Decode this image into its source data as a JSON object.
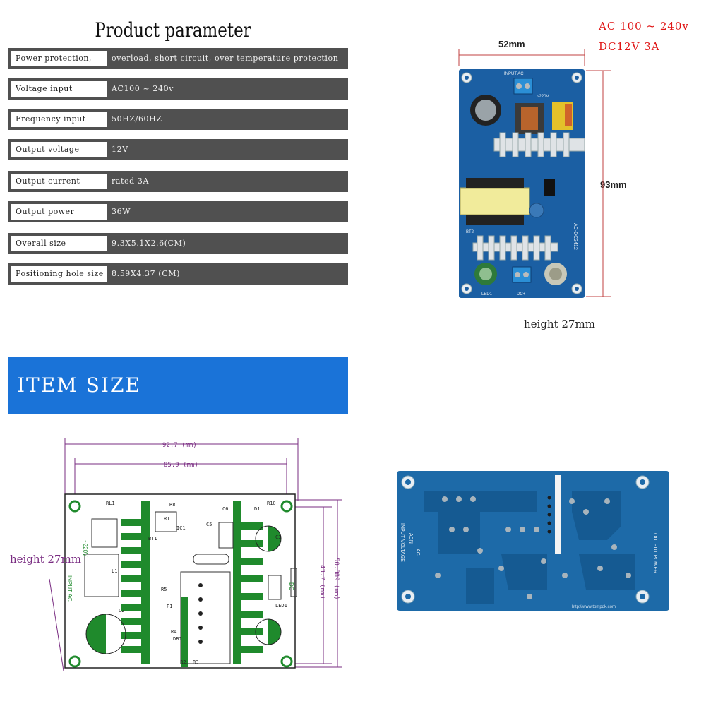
{
  "params": {
    "title": "Product parameter",
    "rows": [
      {
        "label": "Power protection,",
        "value": "overload, short circuit, over temperature protection"
      },
      {
        "label": "Voltage input",
        "value": "AC100 ~ 240v"
      },
      {
        "label": "Frequency input",
        "value": "50HZ/60HZ"
      },
      {
        "label": "Output voltage",
        "value": "12V"
      },
      {
        "label": "Output current",
        "value": "rated 3A"
      },
      {
        "label": "Output power",
        "value": "36W"
      },
      {
        "label": "Overall size",
        "value": "9.3X5.1X2.6(CM)"
      },
      {
        "label": "Positioning hole size",
        "value": "8.59X4.37 (CM)"
      }
    ]
  },
  "photo_top": {
    "spec_line1": "AC 100 ~ 240v",
    "spec_line2": "DC12V 3A",
    "width_label": "52mm",
    "length_label": "93mm",
    "height_label": "height 27mm",
    "board_text": {
      "input": "INPUT AC",
      "model": "AC-DC2412",
      "led": "LED1",
      "vout": "DC+",
      "bt2": "BT2",
      "v220": "~220V"
    }
  },
  "banner": {
    "title": "ITEM SIZE"
  },
  "layout_drawing": {
    "dim_outer": "92.7 (mm)",
    "dim_inner": "85.9 (mm)",
    "dim_height_outer": "50.889 (mm)",
    "dim_height_inner": "43.7 (mm)",
    "height_label": "height 27mm",
    "input_label": "INPUT AC",
    "output_label": "DC",
    "v220": "~220V",
    "parts": [
      "RL1",
      "R8",
      "R1",
      "IC1",
      "C5",
      "L1",
      "C2",
      "BT1",
      "R5",
      "DB1",
      "R4",
      "R2",
      "R3",
      "C3",
      "LED1",
      "C6",
      "D1",
      "R10",
      "P1"
    ]
  },
  "photo_bottom": {
    "input_text": "INPUT VOLTAGE",
    "acn": "ACN",
    "acl": "ACL",
    "output_text": "OUTPUT POWER",
    "url": "http://www.tbmpdk.com"
  },
  "colors": {
    "row_bg": "#505050",
    "banner_bg": "#1a73d8",
    "spec_red": "#e01515",
    "pcb_blue": "#1b5fa3",
    "silk_green": "#1f8a2c",
    "dim_purple": "#7a2d82"
  }
}
